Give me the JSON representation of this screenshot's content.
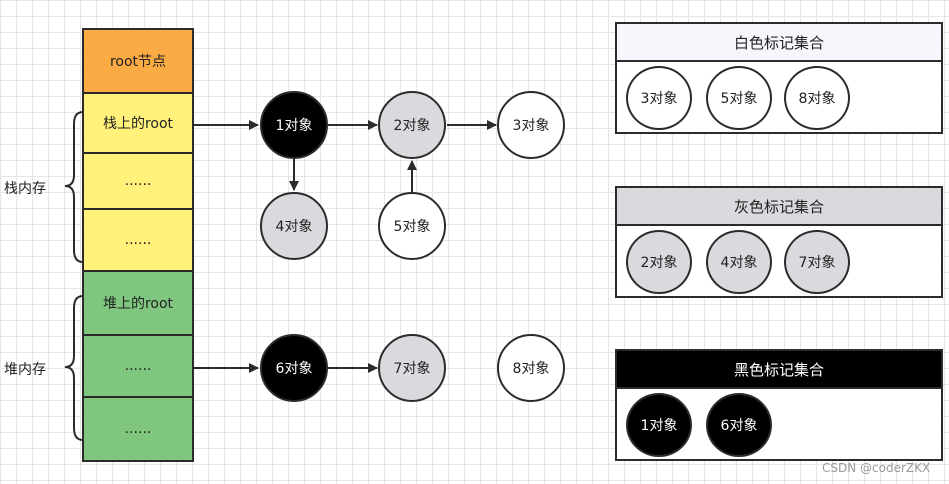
{
  "stack": {
    "label": "栈内存",
    "cells": [
      "root节点",
      "栈上的root",
      "......",
      "......"
    ]
  },
  "heap": {
    "label": "堆内存",
    "cells": [
      "堆上的root",
      "......",
      "......"
    ]
  },
  "nodes": {
    "n1": "1对象",
    "n2": "2对象",
    "n3": "3对象",
    "n4": "4对象",
    "n5": "5对象",
    "n6": "6对象",
    "n7": "7对象",
    "n8": "8对象"
  },
  "sets": {
    "white": {
      "title": "白色标记集合",
      "items": [
        "3对象",
        "5对象",
        "8对象"
      ]
    },
    "gray": {
      "title": "灰色标记集合",
      "items": [
        "2对象",
        "4对象",
        "7对象"
      ]
    },
    "black": {
      "title": "黑色标记集合",
      "items": [
        "1对象",
        "6对象"
      ]
    }
  },
  "colors": {
    "root_cell": "#fbab44",
    "stack_cell": "#fff17a",
    "heap_cell": "#7fc77f",
    "white": "#ffffff",
    "gray": "#dcd9de",
    "black": "#000000",
    "white_title_bg": "#f9f5fc"
  },
  "watermark": "CSDN @coderZKX"
}
